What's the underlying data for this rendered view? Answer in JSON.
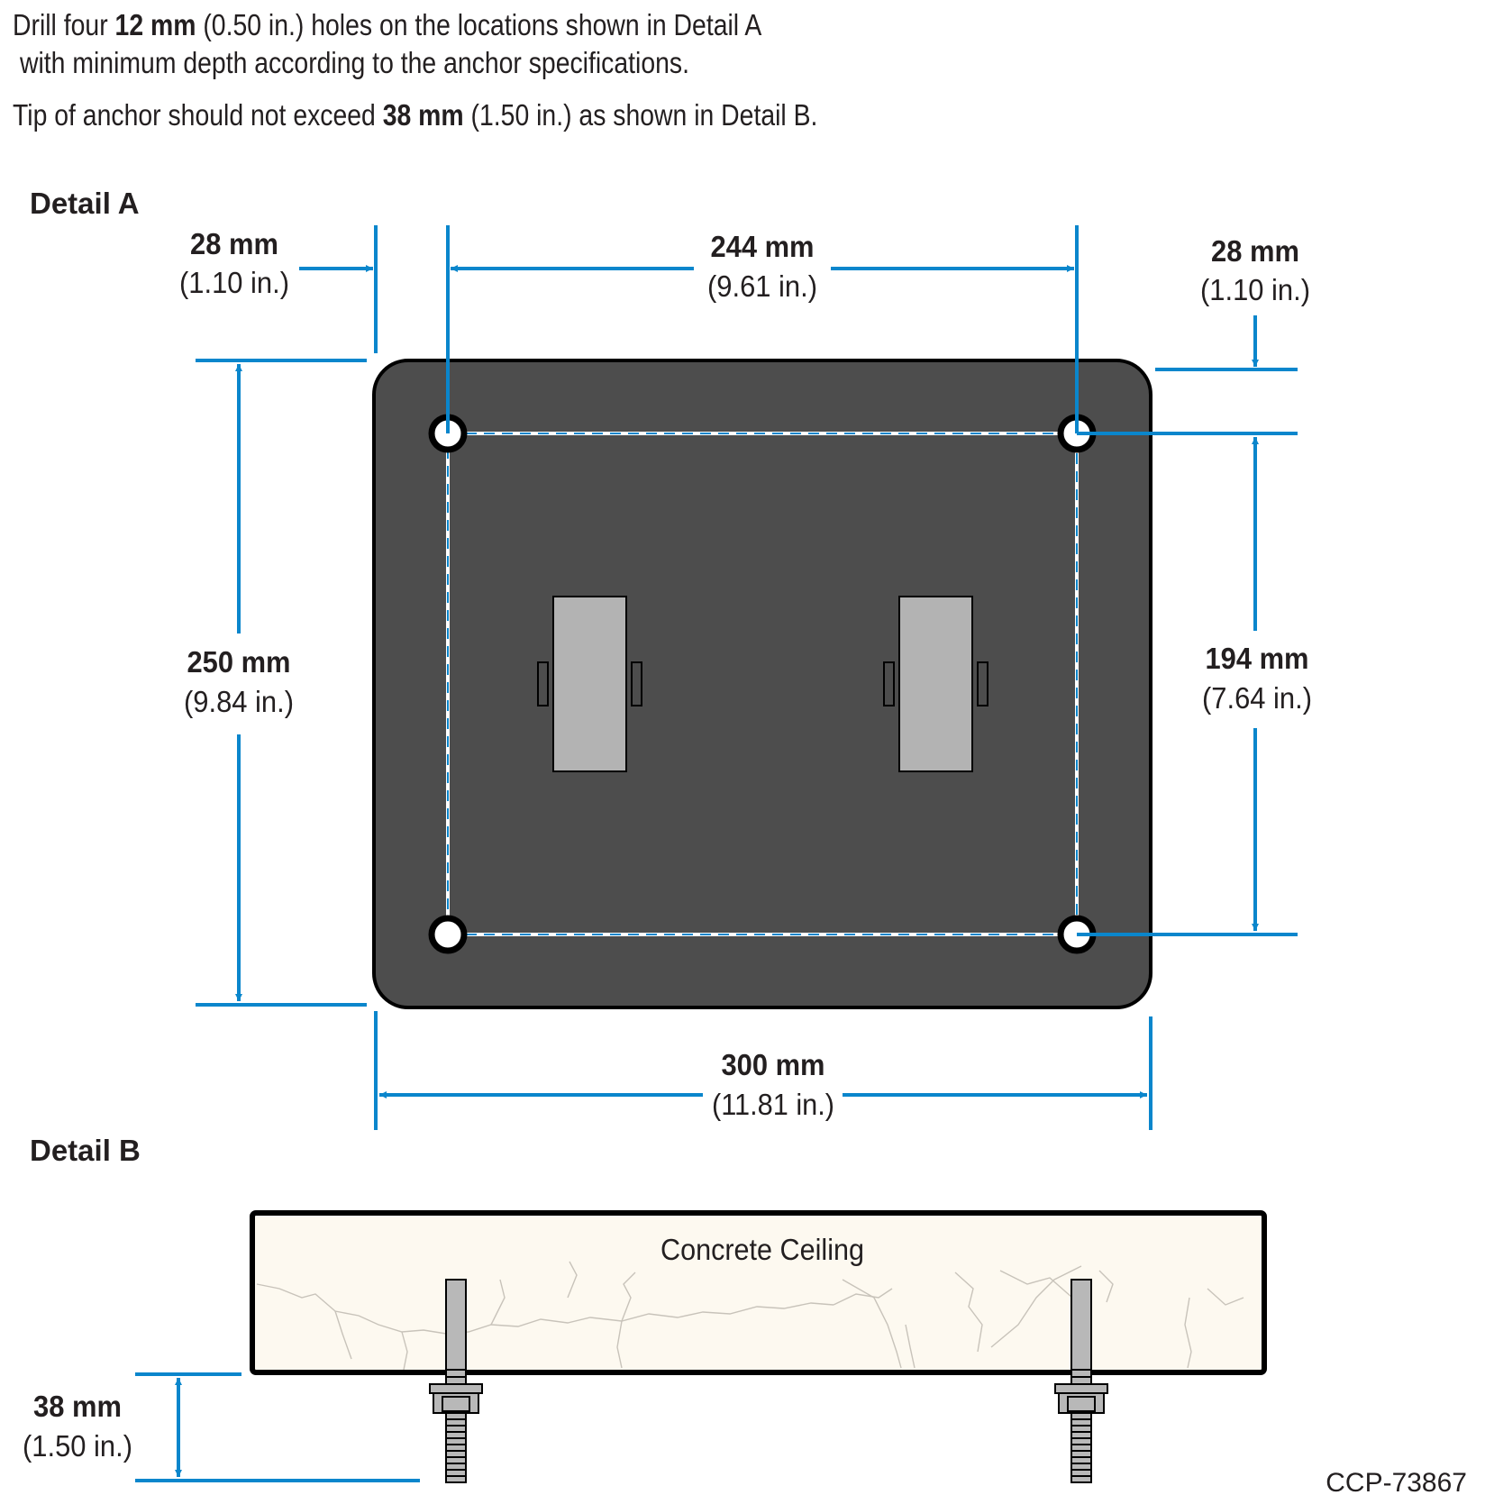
{
  "instructions": {
    "line1": {
      "pre": "Drill four ",
      "bold": "12 mm",
      "post": " (0.50 in.) holes on the locations shown in Detail A"
    },
    "line2": "with minimum depth according to the anchor specifications.",
    "line3": {
      "pre": "Tip of anchor should not exceed ",
      "bold": "38 mm",
      "post": " (1.50 in.) as shown in Detail B."
    }
  },
  "detail_a": {
    "heading": "Detail A",
    "dims": {
      "left_offset": {
        "mm": "28 mm",
        "in": "(1.10 in.)"
      },
      "hole_spacing": {
        "mm": "244 mm",
        "in": "(9.61 in.)"
      },
      "top_offset": {
        "mm": "28 mm",
        "in": "(1.10 in.)"
      },
      "height": {
        "mm": "250 mm",
        "in": "(9.84 in.)"
      },
      "hole_vertical": {
        "mm": "194 mm",
        "in": "(7.64 in.)"
      },
      "width": {
        "mm": "300 mm",
        "in": "(11.81 in.)"
      }
    },
    "hole_count": 4
  },
  "detail_b": {
    "heading": "Detail B",
    "ceiling_label": "Concrete Ceiling",
    "anchor_tip": {
      "mm": "38 mm",
      "in": "(1.50 in.)"
    }
  },
  "code": "CCP-73867",
  "colors": {
    "dimension_blue": "#0a86cc",
    "plate": "#4d4d4d",
    "bracket": "#b3b3b3",
    "concrete": "#fdf9f0",
    "anchor": "#b8b8b8"
  }
}
